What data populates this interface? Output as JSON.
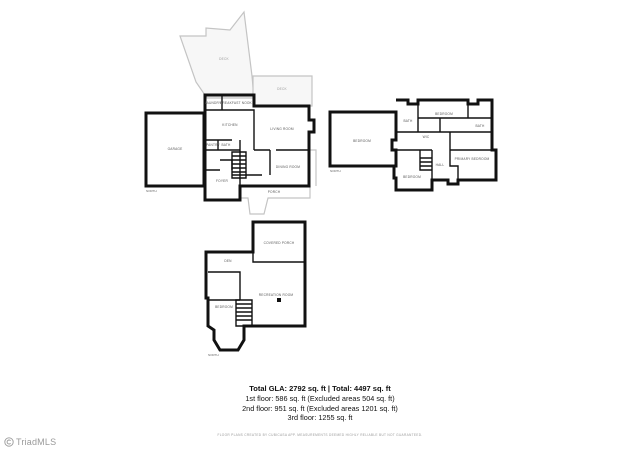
{
  "floor1": {
    "rooms": {
      "deck_upper": "DECK",
      "deck": "DECK",
      "breakfast_nook": "BREAKFAST NOOK",
      "kitchen": "KITCHEN",
      "laundry": "LAUNDRY",
      "pantry": "PANTRY",
      "half_bath": "BATH",
      "living_room": "LIVING ROOM",
      "garage": "GARAGE",
      "dining_room": "DINING ROOM",
      "foyer": "FOYER",
      "porch": "PORCH"
    },
    "north_label": "NORTH"
  },
  "floor2": {
    "rooms": {
      "bedroom_left": "BEDROOM",
      "bath_top": "BATH",
      "bedroom_top": "BEDROOM",
      "bath_right": "BATH",
      "wic": "WIC",
      "primary_bedroom": "PRIMARY BEDROOM",
      "bedroom_bottom": "BEDROOM",
      "hall": "HALL"
    },
    "north_label": "NORTH"
  },
  "floor3": {
    "rooms": {
      "covered_porch": "COVERED PORCH",
      "family_room": "DEN",
      "recreation_room": "RECREATION ROOM",
      "bedroom": "BEDROOM"
    },
    "north_label": "NORTH"
  },
  "summary": {
    "total_line": "Total GLA: 2792 sq. ft | Total: 4497 sq. ft",
    "floor_lines": [
      "1st floor: 586 sq. ft (Excluded areas 504 sq. ft)",
      "2nd floor: 951 sq. ft (Excluded areas 1201 sq. ft)",
      "3rd floor: 1255 sq. ft"
    ],
    "disclaimer": "FLOOR PLANS CREATED BY CUBICASA APP. MEASUREMENTS DEEMED HIGHLY RELIABLE BUT NOT GUARANTEED."
  },
  "watermark": {
    "text": "TriadMLS",
    "color": "#9a9a9a"
  }
}
